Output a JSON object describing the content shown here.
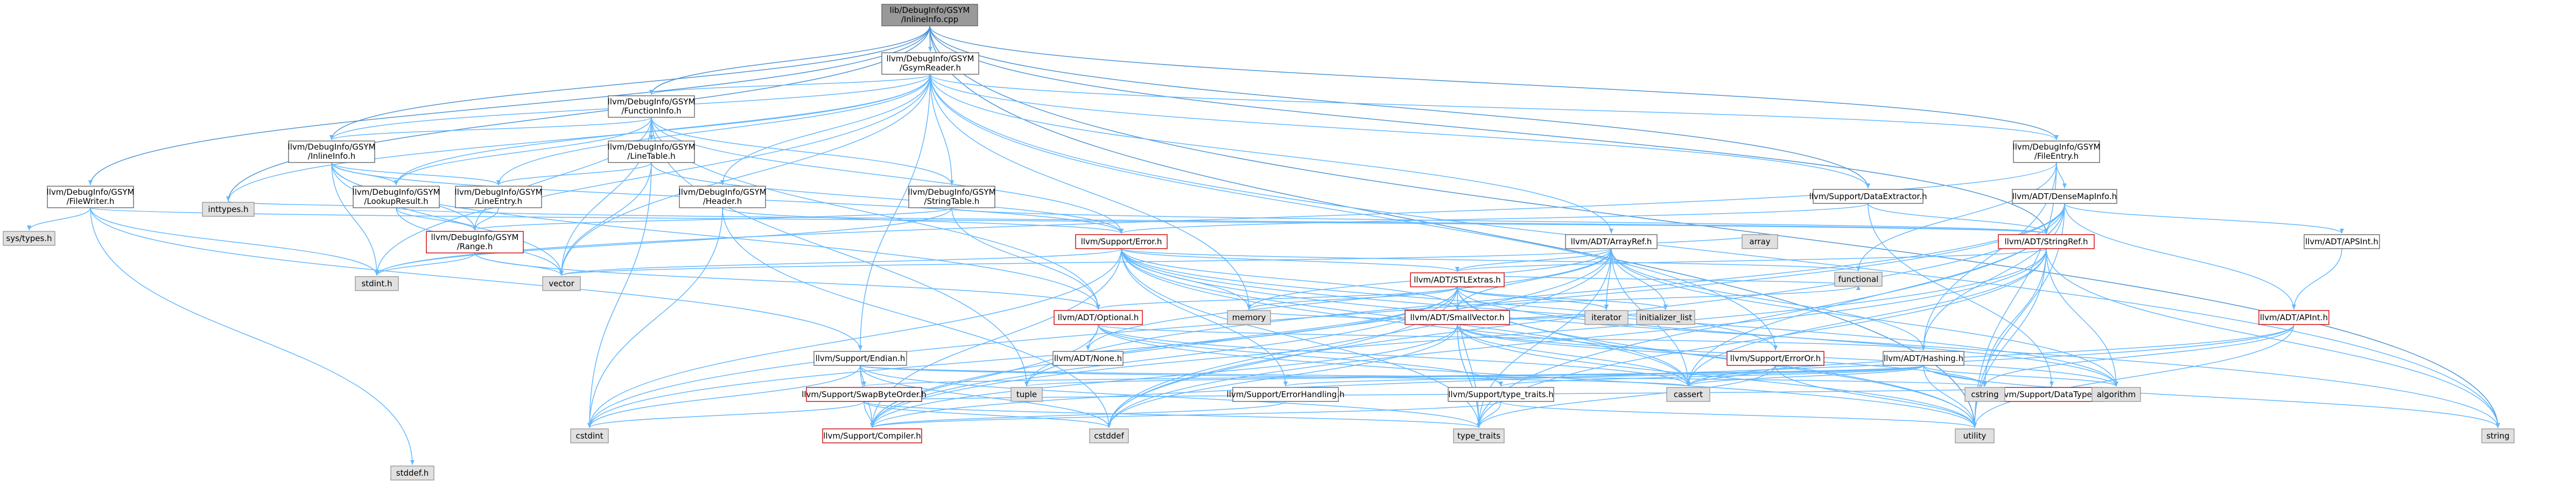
{
  "colors": {
    "edge": "#63b8ff",
    "edge_dark": "#4c95d6",
    "normal_border": "#666666",
    "red_border": "#cc0000",
    "gray_fill": "#e0e0e0",
    "root_fill": "#999999"
  },
  "nodes": [
    {
      "id": "root",
      "lines": [
        "lib/DebugInfo/GSYM",
        "/InlineInfo.cpp"
      ],
      "style": "root"
    },
    {
      "id": "gsymreader",
      "lines": [
        "llvm/DebugInfo/GSYM",
        "/GsymReader.h"
      ],
      "style": "normal"
    },
    {
      "id": "filewriter",
      "lines": [
        "llvm/DebugInfo/GSYM",
        "/FileWriter.h"
      ],
      "style": "normal"
    },
    {
      "id": "functioninfo",
      "lines": [
        "llvm/DebugInfo/GSYM",
        "/FunctionInfo.h"
      ],
      "style": "normal"
    },
    {
      "id": "inlineinfo",
      "lines": [
        "llvm/DebugInfo/GSYM",
        "/InlineInfo.h"
      ],
      "style": "normal"
    },
    {
      "id": "linetable",
      "lines": [
        "llvm/DebugInfo/GSYM",
        "/LineTable.h"
      ],
      "style": "normal"
    },
    {
      "id": "lookupresult",
      "lines": [
        "llvm/DebugInfo/GSYM",
        "/LookupResult.h"
      ],
      "style": "normal"
    },
    {
      "id": "lineentry",
      "lines": [
        "llvm/DebugInfo/GSYM",
        "/LineEntry.h"
      ],
      "style": "normal"
    },
    {
      "id": "header",
      "lines": [
        "llvm/DebugInfo/GSYM",
        "/Header.h"
      ],
      "style": "normal"
    },
    {
      "id": "stringtable",
      "lines": [
        "llvm/DebugInfo/GSYM",
        "/StringTable.h"
      ],
      "style": "normal"
    },
    {
      "id": "range",
      "lines": [
        "llvm/DebugInfo/GSYM",
        "/Range.h"
      ],
      "style": "red"
    },
    {
      "id": "fileentry",
      "lines": [
        "llvm/DebugInfo/GSYM",
        "/FileEntry.h"
      ],
      "style": "normal"
    },
    {
      "id": "dataextractor",
      "lines": [
        "llvm/Support/DataExtractor.h"
      ],
      "style": "normal"
    },
    {
      "id": "densemapinfo",
      "lines": [
        "llvm/ADT/DenseMapInfo.h"
      ],
      "style": "normal"
    },
    {
      "id": "stringref",
      "lines": [
        "llvm/ADT/StringRef.h"
      ],
      "style": "red"
    },
    {
      "id": "arrayref",
      "lines": [
        "llvm/ADT/ArrayRef.h"
      ],
      "style": "normal"
    },
    {
      "id": "supporterror",
      "lines": [
        "llvm/Support/Error.h"
      ],
      "style": "red"
    },
    {
      "id": "stlextras",
      "lines": [
        "llvm/ADT/STLExtras.h"
      ],
      "style": "red"
    },
    {
      "id": "smallvector",
      "lines": [
        "llvm/ADT/SmallVector.h"
      ],
      "style": "red"
    },
    {
      "id": "optional",
      "lines": [
        "llvm/ADT/Optional.h"
      ],
      "style": "red"
    },
    {
      "id": "none",
      "lines": [
        "llvm/ADT/None.h"
      ],
      "style": "normal"
    },
    {
      "id": "endian",
      "lines": [
        "llvm/Support/Endian.h"
      ],
      "style": "normal"
    },
    {
      "id": "swapbyteorder",
      "lines": [
        "llvm/Support/SwapByteOrder.h"
      ],
      "style": "red"
    },
    {
      "id": "compiler",
      "lines": [
        "llvm/Support/Compiler.h"
      ],
      "style": "red"
    },
    {
      "id": "errorhandling",
      "lines": [
        "llvm/Support/ErrorHandling.h"
      ],
      "style": "normal"
    },
    {
      "id": "typetraits",
      "lines": [
        "llvm/Support/type_traits.h"
      ],
      "style": "normal"
    },
    {
      "id": "erroror",
      "lines": [
        "llvm/Support/ErrorOr.h"
      ],
      "style": "red"
    },
    {
      "id": "hashing",
      "lines": [
        "llvm/ADT/Hashing.h"
      ],
      "style": "normal"
    },
    {
      "id": "datatypes",
      "lines": [
        "llvm/Support/DataTypes.h"
      ],
      "style": "red"
    },
    {
      "id": "apint",
      "lines": [
        "llvm/ADT/APInt.h"
      ],
      "style": "red"
    },
    {
      "id": "apsint",
      "lines": [
        "llvm/ADT/APSInt.h"
      ],
      "style": "normal"
    },
    {
      "id": "systypes",
      "lines": [
        "sys/types.h"
      ],
      "style": "gray"
    },
    {
      "id": "inttypes",
      "lines": [
        "inttypes.h"
      ],
      "style": "gray"
    },
    {
      "id": "stdint",
      "lines": [
        "stdint.h"
      ],
      "style": "gray"
    },
    {
      "id": "vector",
      "lines": [
        "vector"
      ],
      "style": "gray"
    },
    {
      "id": "stddef",
      "lines": [
        "stddef.h"
      ],
      "style": "gray"
    },
    {
      "id": "functional",
      "lines": [
        "functional"
      ],
      "style": "gray"
    },
    {
      "id": "array",
      "lines": [
        "array"
      ],
      "style": "gray"
    },
    {
      "id": "memory",
      "lines": [
        "memory"
      ],
      "style": "gray"
    },
    {
      "id": "iterator",
      "lines": [
        "iterator"
      ],
      "style": "gray"
    },
    {
      "id": "initializer_list",
      "lines": [
        "initializer_list"
      ],
      "style": "gray"
    },
    {
      "id": "tuple",
      "lines": [
        "tuple"
      ],
      "style": "gray"
    },
    {
      "id": "cassert",
      "lines": [
        "cassert"
      ],
      "style": "gray"
    },
    {
      "id": "cstring",
      "lines": [
        "cstring"
      ],
      "style": "gray"
    },
    {
      "id": "algorithm",
      "lines": [
        "algorithm"
      ],
      "style": "gray"
    },
    {
      "id": "cstdint",
      "lines": [
        "cstdint"
      ],
      "style": "gray"
    },
    {
      "id": "cstddef",
      "lines": [
        "cstddef"
      ],
      "style": "gray"
    },
    {
      "id": "type_traits",
      "lines": [
        "type_traits"
      ],
      "style": "gray"
    },
    {
      "id": "utility",
      "lines": [
        "utility"
      ],
      "style": "gray"
    },
    {
      "id": "string",
      "lines": [
        "string"
      ],
      "style": "gray"
    }
  ],
  "edges": [
    [
      "root",
      "gsymreader"
    ],
    [
      "root",
      "filewriter"
    ],
    [
      "root",
      "inlineinfo"
    ],
    [
      "root",
      "functioninfo"
    ],
    [
      "root",
      "dataextractor"
    ],
    [
      "root",
      "stringref"
    ],
    [
      "root",
      "fileentry"
    ],
    [
      "root",
      "utility"
    ],
    [
      "root",
      "string"
    ],
    [
      "root",
      "inttypes"
    ],
    [
      "gsymreader",
      "functioninfo"
    ],
    [
      "gsymreader",
      "fileentry"
    ],
    [
      "gsymreader",
      "header"
    ],
    [
      "gsymreader",
      "lineentry"
    ],
    [
      "gsymreader",
      "stringtable"
    ],
    [
      "gsymreader",
      "arrayref"
    ],
    [
      "gsymreader",
      "endian"
    ],
    [
      "gsymreader",
      "dataextractor"
    ],
    [
      "gsymreader",
      "inlineinfo"
    ],
    [
      "gsymreader",
      "inttypes"
    ],
    [
      "gsymreader",
      "memory"
    ],
    [
      "gsymreader",
      "stdint"
    ],
    [
      "gsymreader",
      "string"
    ],
    [
      "gsymreader",
      "vector"
    ],
    [
      "gsymreader",
      "erroror"
    ],
    [
      "gsymreader",
      "lookupresult"
    ],
    [
      "filewriter",
      "endian"
    ],
    [
      "filewriter",
      "stddef"
    ],
    [
      "filewriter",
      "stdint"
    ],
    [
      "filewriter",
      "systypes"
    ],
    [
      "filewriter",
      "stringref"
    ],
    [
      "functioninfo",
      "inlineinfo"
    ],
    [
      "functioninfo",
      "linetable"
    ],
    [
      "functioninfo",
      "lookupresult"
    ],
    [
      "functioninfo",
      "range"
    ],
    [
      "functioninfo",
      "stringtable"
    ],
    [
      "functioninfo",
      "optional"
    ],
    [
      "functioninfo",
      "supporterror"
    ],
    [
      "functioninfo",
      "tuple"
    ],
    [
      "functioninfo",
      "vector"
    ],
    [
      "inlineinfo",
      "lineentry"
    ],
    [
      "inlineinfo",
      "lookupresult"
    ],
    [
      "inlineinfo",
      "range"
    ],
    [
      "inlineinfo",
      "supporterror"
    ],
    [
      "inlineinfo",
      "stdint"
    ],
    [
      "inlineinfo",
      "vector"
    ],
    [
      "inlineinfo",
      "optional"
    ],
    [
      "linetable",
      "lineentry"
    ],
    [
      "linetable",
      "supporterror"
    ],
    [
      "linetable",
      "cstdint"
    ],
    [
      "linetable",
      "vector"
    ],
    [
      "lookupresult",
      "range"
    ],
    [
      "lookupresult",
      "stringref"
    ],
    [
      "lookupresult",
      "inttypes"
    ],
    [
      "lookupresult",
      "vector"
    ],
    [
      "lineentry",
      "range"
    ],
    [
      "header",
      "supporterror"
    ],
    [
      "header",
      "cstddef"
    ],
    [
      "header",
      "cstdint"
    ],
    [
      "stringtable",
      "stringref"
    ],
    [
      "stringtable",
      "range"
    ],
    [
      "stringtable",
      "stdint"
    ],
    [
      "stringtable",
      "optional"
    ],
    [
      "range",
      "stdint"
    ],
    [
      "range",
      "vector"
    ],
    [
      "range",
      "optional"
    ],
    [
      "fileentry",
      "densemapinfo"
    ],
    [
      "fileentry",
      "hashing"
    ],
    [
      "fileentry",
      "functional"
    ],
    [
      "fileentry",
      "stdint"
    ],
    [
      "fileentry",
      "utility"
    ],
    [
      "dataextractor",
      "stringref"
    ],
    [
      "dataextractor",
      "supporterror"
    ],
    [
      "dataextractor",
      "datatypes"
    ],
    [
      "densemapinfo",
      "apint"
    ],
    [
      "densemapinfo",
      "apsint"
    ],
    [
      "densemapinfo",
      "hashing"
    ],
    [
      "densemapinfo",
      "stringref"
    ],
    [
      "densemapinfo",
      "cassert"
    ],
    [
      "densemapinfo",
      "cstddef"
    ],
    [
      "densemapinfo",
      "cstdint"
    ],
    [
      "densemapinfo",
      "tuple"
    ],
    [
      "densemapinfo",
      "type_traits"
    ],
    [
      "densemapinfo",
      "utility"
    ],
    [
      "stringref",
      "stlextras"
    ],
    [
      "stringref",
      "compiler"
    ],
    [
      "stringref",
      "algorithm"
    ],
    [
      "stringref",
      "cassert"
    ],
    [
      "stringref",
      "cstddef"
    ],
    [
      "stringref",
      "cstring"
    ],
    [
      "stringref",
      "limits"
    ],
    [
      "stringref",
      "string"
    ],
    [
      "stringref",
      "type_traits"
    ],
    [
      "stringref",
      "utility"
    ],
    [
      "arrayref",
      "hashing"
    ],
    [
      "arrayref",
      "none"
    ],
    [
      "arrayref",
      "smallvector"
    ],
    [
      "arrayref",
      "stlextras"
    ],
    [
      "arrayref",
      "compiler"
    ],
    [
      "arrayref",
      "algorithm"
    ],
    [
      "arrayref",
      "array"
    ],
    [
      "arrayref",
      "cassert"
    ],
    [
      "arrayref",
      "cstddef"
    ],
    [
      "arrayref",
      "initializer_list"
    ],
    [
      "arrayref",
      "iterator"
    ],
    [
      "arrayref",
      "memory"
    ],
    [
      "arrayref",
      "type_traits"
    ],
    [
      "arrayref",
      "vector"
    ],
    [
      "supporterror",
      "stlextras"
    ],
    [
      "supporterror",
      "smallvector"
    ],
    [
      "supporterror",
      "compiler"
    ],
    [
      "supporterror",
      "errorhandling"
    ],
    [
      "supporterror",
      "erroror"
    ],
    [
      "supporterror",
      "algorithm"
    ],
    [
      "supporterror",
      "cassert"
    ],
    [
      "supporterror",
      "cstdint"
    ],
    [
      "supporterror",
      "cstdlib"
    ],
    [
      "supporterror",
      "functional"
    ],
    [
      "supporterror",
      "memory"
    ],
    [
      "supporterror",
      "new"
    ],
    [
      "supporterror",
      "string"
    ],
    [
      "supporterror",
      "type_traits"
    ],
    [
      "supporterror",
      "utility"
    ],
    [
      "supporterror",
      "vector"
    ],
    [
      "stlextras",
      "optional"
    ],
    [
      "stlextras",
      "stlforwardcompat"
    ],
    [
      "stlextras",
      "identity"
    ],
    [
      "stlextras",
      "iterator"
    ],
    [
      "stlextras",
      "compiler"
    ],
    [
      "stlextras",
      "algorithm"
    ],
    [
      "stlextras",
      "cassert"
    ],
    [
      "stlextras",
      "cstddef"
    ],
    [
      "stlextras",
      "cstdint"
    ],
    [
      "stlextras",
      "cstdlib"
    ],
    [
      "stlextras",
      "functional"
    ],
    [
      "stlextras",
      "initializer_list"
    ],
    [
      "stlextras",
      "iterator"
    ],
    [
      "stlextras",
      "limits"
    ],
    [
      "stlextras",
      "memory"
    ],
    [
      "stlextras",
      "tuple"
    ],
    [
      "stlextras",
      "type_traits"
    ],
    [
      "stlextras",
      "utility"
    ],
    [
      "smallvector",
      "compiler"
    ],
    [
      "smallvector",
      "type_traits"
    ],
    [
      "smallvector",
      "algorithm"
    ],
    [
      "smallvector",
      "cassert"
    ],
    [
      "smallvector",
      "cstddef"
    ],
    [
      "smallvector",
      "cstdlib"
    ],
    [
      "smallvector",
      "cstring"
    ],
    [
      "smallvector",
      "functional"
    ],
    [
      "smallvector",
      "initializer_list"
    ],
    [
      "smallvector",
      "iterator"
    ],
    [
      "smallvector",
      "limits"
    ],
    [
      "smallvector",
      "memory"
    ],
    [
      "smallvector",
      "new"
    ],
    [
      "smallvector",
      "type_traits"
    ],
    [
      "smallvector",
      "utility"
    ],
    [
      "optional",
      "hashing"
    ],
    [
      "optional",
      "none"
    ],
    [
      "optional",
      "stlforwardcompat"
    ],
    [
      "optional",
      "compiler"
    ],
    [
      "optional",
      "typetraits"
    ],
    [
      "optional",
      "cassert"
    ],
    [
      "optional",
      "new"
    ],
    [
      "optional",
      "utility"
    ],
    [
      "endian",
      "compiler"
    ],
    [
      "endian",
      "swapbyteorder"
    ],
    [
      "endian",
      "cassert"
    ],
    [
      "endian",
      "cstddef"
    ],
    [
      "endian",
      "cstdint"
    ],
    [
      "endian",
      "cstring"
    ],
    [
      "endian",
      "type_traits"
    ],
    [
      "swapbyteorder",
      "compiler"
    ],
    [
      "swapbyteorder",
      "datatypes"
    ],
    [
      "swapbyteorder",
      "cstddef"
    ],
    [
      "swapbyteorder",
      "cstdint"
    ],
    [
      "swapbyteorder",
      "type_traits"
    ],
    [
      "errorhandling",
      "compiler"
    ],
    [
      "typetraits",
      "compiler"
    ],
    [
      "typetraits",
      "type_traits"
    ],
    [
      "typetraits",
      "utility"
    ],
    [
      "erroror",
      "alignof"
    ],
    [
      "erroror",
      "cassert"
    ],
    [
      "erroror",
      "system_error"
    ],
    [
      "erroror",
      "type_traits"
    ],
    [
      "erroror",
      "utility"
    ],
    [
      "hashing",
      "errorhandling"
    ],
    [
      "hashing",
      "swapbyteorder"
    ],
    [
      "hashing",
      "typetraits"
    ],
    [
      "hashing",
      "algorithm"
    ],
    [
      "hashing",
      "cassert"
    ],
    [
      "hashing",
      "cstring"
    ],
    [
      "hashing",
      "string"
    ],
    [
      "hashing",
      "tuple"
    ],
    [
      "hashing",
      "utility"
    ],
    [
      "apint",
      "compiler"
    ],
    [
      "apint",
      "mathextras"
    ],
    [
      "apint",
      "cassert"
    ],
    [
      "apint",
      "climits"
    ],
    [
      "apint",
      "cstring"
    ],
    [
      "apint",
      "utility"
    ],
    [
      "apsint",
      "apint"
    ],
    [
      "none",
      "stlforwardcompat"
    ],
    [
      "datatypes",
      "cmath"
    ]
  ]
}
